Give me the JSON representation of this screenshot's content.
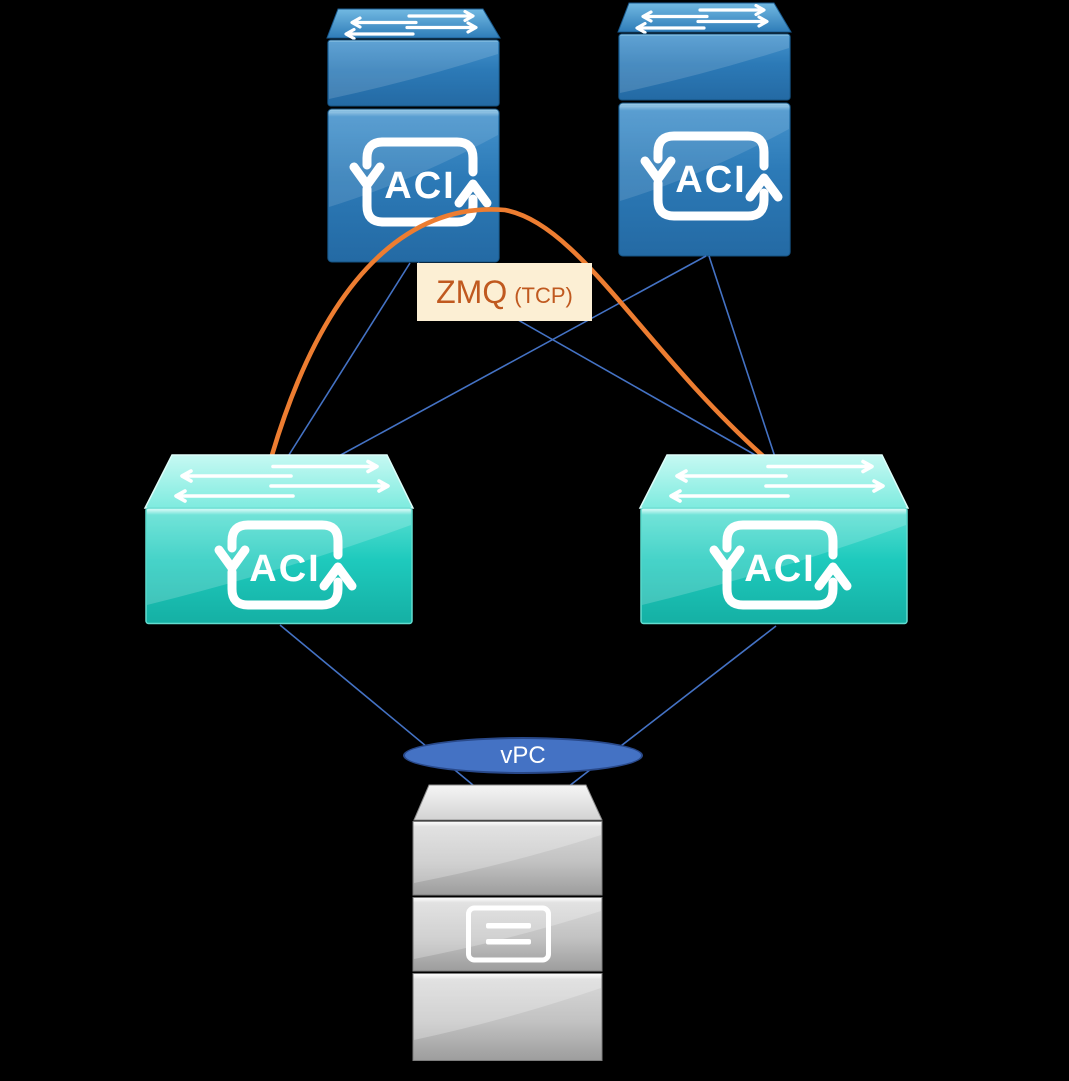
{
  "diagram": {
    "type": "network-topology",
    "description": "ACI spine-leaf fabric with ZMQ (TCP) link between leaf switches and a server dual-homed via vPC",
    "background": "#000000"
  },
  "nodes": {
    "spine_left": {
      "type": "spine-switch",
      "badge": "ACI"
    },
    "spine_right": {
      "type": "spine-switch",
      "badge": "ACI"
    },
    "leaf_left": {
      "type": "leaf-switch",
      "badge": "ACI"
    },
    "leaf_right": {
      "type": "leaf-switch",
      "badge": "ACI"
    },
    "server": {
      "type": "server"
    }
  },
  "labels": {
    "zmq": {
      "main": "ZMQ",
      "sub": "(TCP)"
    },
    "vpc": {
      "text": "vPC"
    }
  },
  "edges": [
    {
      "from": "spine_left",
      "to": "leaf_left",
      "style": "thin-blue-line"
    },
    {
      "from": "spine_left",
      "to": "leaf_right",
      "style": "thin-blue-line"
    },
    {
      "from": "spine_right",
      "to": "leaf_left",
      "style": "thin-blue-line"
    },
    {
      "from": "spine_right",
      "to": "leaf_right",
      "style": "thin-blue-line"
    },
    {
      "from": "leaf_left",
      "to": "server",
      "via": "vpc",
      "style": "thin-blue-line"
    },
    {
      "from": "leaf_right",
      "to": "server",
      "via": "vpc",
      "style": "thin-blue-line"
    },
    {
      "from": "leaf_left",
      "to": "leaf_right",
      "style": "orange-curve",
      "label": "ZMQ (TCP)"
    }
  ],
  "colors": {
    "link_blue": "#4472c4",
    "zmq_orange": "#ed7d31",
    "zmq_label_bg": "#fcefd4",
    "zmq_label_text": "#c0591f",
    "vpc_fill": "#4472c4",
    "vpc_border": "#29498a",
    "vpc_text": "#ffffff",
    "spine_blue": "#2c79b6",
    "leaf_teal": "#1ecabd",
    "server_gray": "#c2c2c2",
    "badge_white": "#ffffff"
  }
}
